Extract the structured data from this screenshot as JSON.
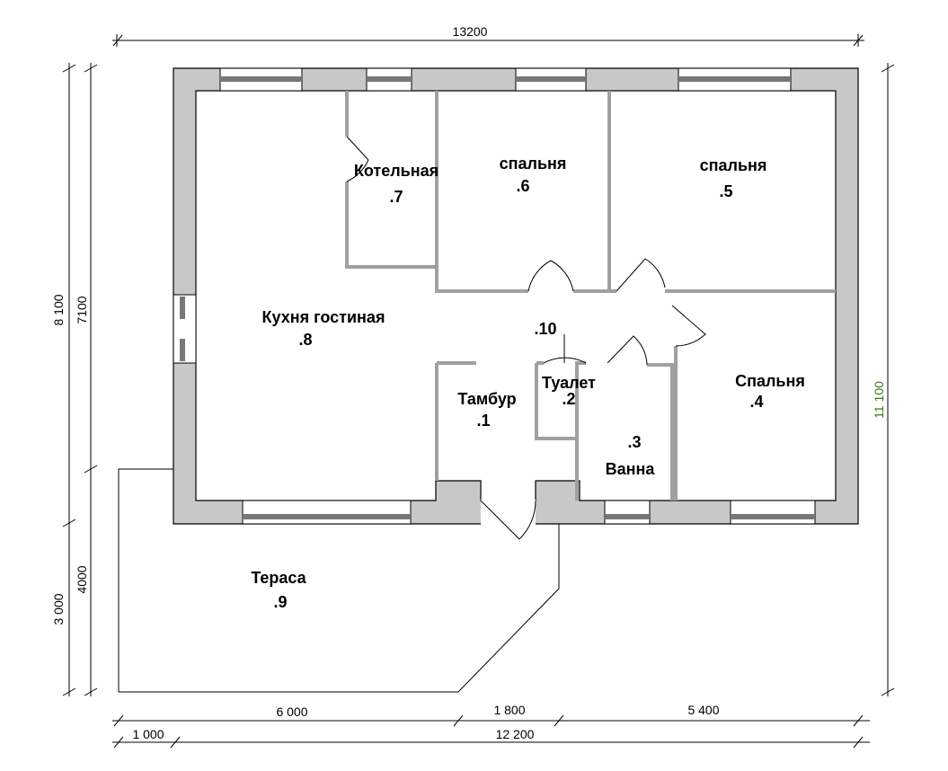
{
  "plan": {
    "rooms": [
      {
        "name": "Котельная",
        "number": ".7"
      },
      {
        "name": "спальня",
        "number": ".6"
      },
      {
        "name": "спальня",
        "number": ".5"
      },
      {
        "name": "Кухня гостиная",
        "number": ".8"
      },
      {
        "name": "",
        "number": ".10"
      },
      {
        "name": "Тамбур",
        "number": ".1"
      },
      {
        "name": "Туалет",
        "number": ".2"
      },
      {
        "name": "Ванна",
        "number": ".3"
      },
      {
        "name": "Спальня",
        "number": ".4"
      },
      {
        "name": "Тераса",
        "number": ".9"
      }
    ],
    "dimensions": {
      "top_total": "13200",
      "left_outer_top": "8 100",
      "left_outer_bottom": "3 000",
      "left_inner_top": "7100",
      "left_inner_bottom": "4000",
      "right_total": "11 100",
      "bottom_row1": [
        "6 000",
        "1 800",
        "5 400"
      ],
      "bottom_row2": [
        "1 000",
        "12 200"
      ]
    },
    "colors": {
      "wall": "#c8c8c8",
      "dim_text_blue": "#1a3fa0",
      "dim_text_green": "#3a7a1a"
    }
  }
}
